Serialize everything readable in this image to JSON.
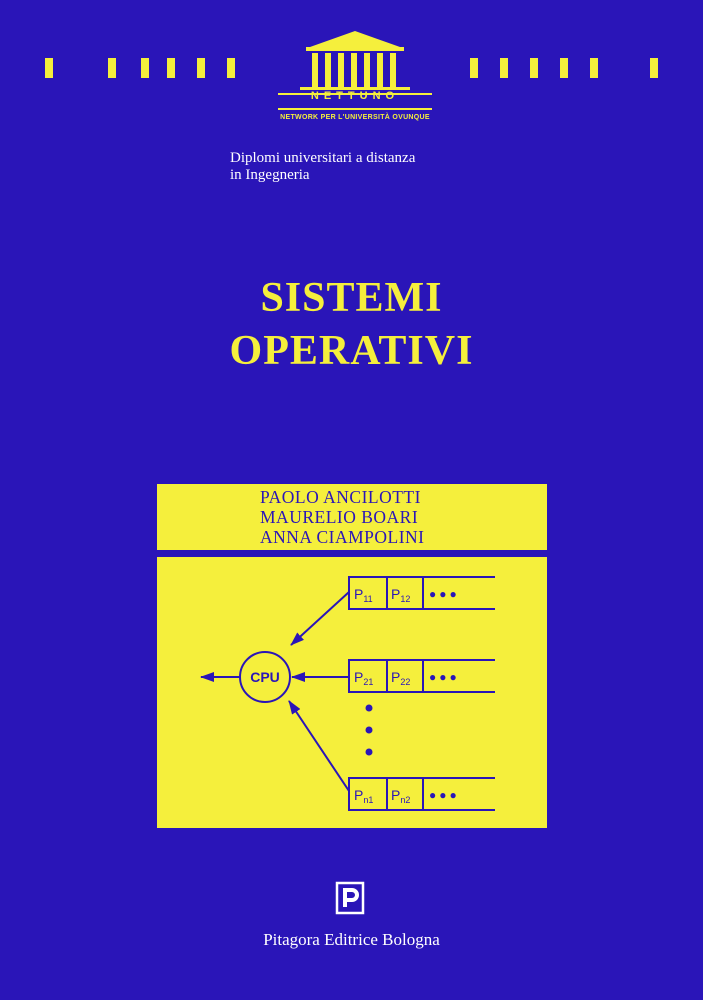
{
  "header": {
    "logo_name": "NETTUNO",
    "logo_tagline": "NETWORK PER L'UNIVERSITÀ OVUNQUE"
  },
  "subtitle": {
    "line1": "Diplomi universitari a distanza",
    "line2": "in Ingegneria"
  },
  "title": {
    "line1": "SISTEMI",
    "line2": "OPERATIVI"
  },
  "authors": [
    "PAOLO ANCILOTTI",
    "MAURELIO BOARI",
    "ANNA CIAMPOLINI"
  ],
  "diagram": {
    "cpu_label": "CPU",
    "queues": [
      {
        "p1": "P",
        "s1": "11",
        "p2": "P",
        "s2": "12",
        "more": "●●●"
      },
      {
        "p1": "P",
        "s1": "21",
        "p2": "P",
        "s2": "22",
        "more": "●●●"
      },
      {
        "p1": "P",
        "s1": "n1",
        "p2": "P",
        "s2": "n2",
        "more": "●●●"
      }
    ]
  },
  "publisher": {
    "name": "Pitagora Editrice Bologna"
  },
  "colors": {
    "background": "#2a15b8",
    "accent": "#f5ef3c",
    "text_light": "#ffffff"
  }
}
